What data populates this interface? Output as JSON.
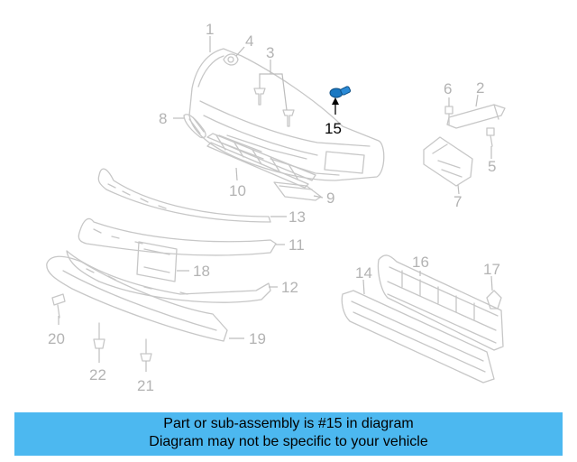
{
  "callouts": [
    "1",
    "2",
    "3",
    "4",
    "5",
    "6",
    "7",
    "8",
    "9",
    "10",
    "11",
    "12",
    "13",
    "14",
    "15",
    "16",
    "17",
    "18",
    "19",
    "20",
    "21",
    "22"
  ],
  "highlighted_callout": "15",
  "colors": {
    "banner": "#4cb8f0",
    "highlight": "#1a78c2",
    "parts": "#c7c7c7"
  },
  "banner": {
    "line1": "Part or sub-assembly is #15 in diagram",
    "line2": "Diagram may not be specific to your vehicle"
  }
}
